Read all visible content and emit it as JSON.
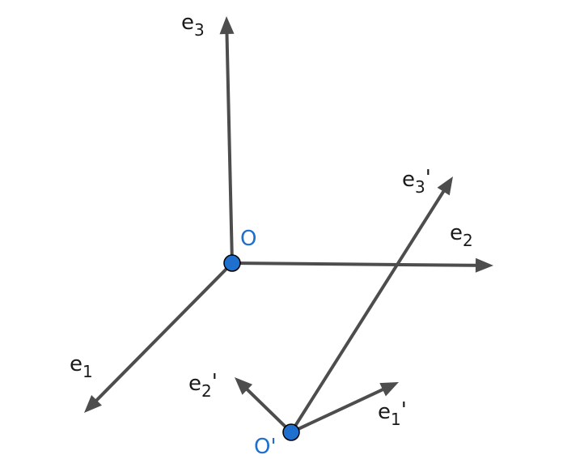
{
  "colors": {
    "axis": "#4d4d4d",
    "origin_fill": "#1f6fcf",
    "origin_label": "#1f6fcf",
    "text": "#1a1a1a"
  },
  "origins": {
    "o": {
      "label": "O"
    },
    "o_prime": {
      "label": "O'"
    }
  },
  "vectors": {
    "e1": {
      "base": "e",
      "sub": "1",
      "prime": ""
    },
    "e2": {
      "base": "e",
      "sub": "2",
      "prime": ""
    },
    "e3": {
      "base": "e",
      "sub": "3",
      "prime": ""
    },
    "e1p": {
      "base": "e",
      "sub": "1",
      "prime": "'"
    },
    "e2p": {
      "base": "e",
      "sub": "2",
      "prime": "'"
    },
    "e3p": {
      "base": "e",
      "sub": "3",
      "prime": "'"
    }
  }
}
